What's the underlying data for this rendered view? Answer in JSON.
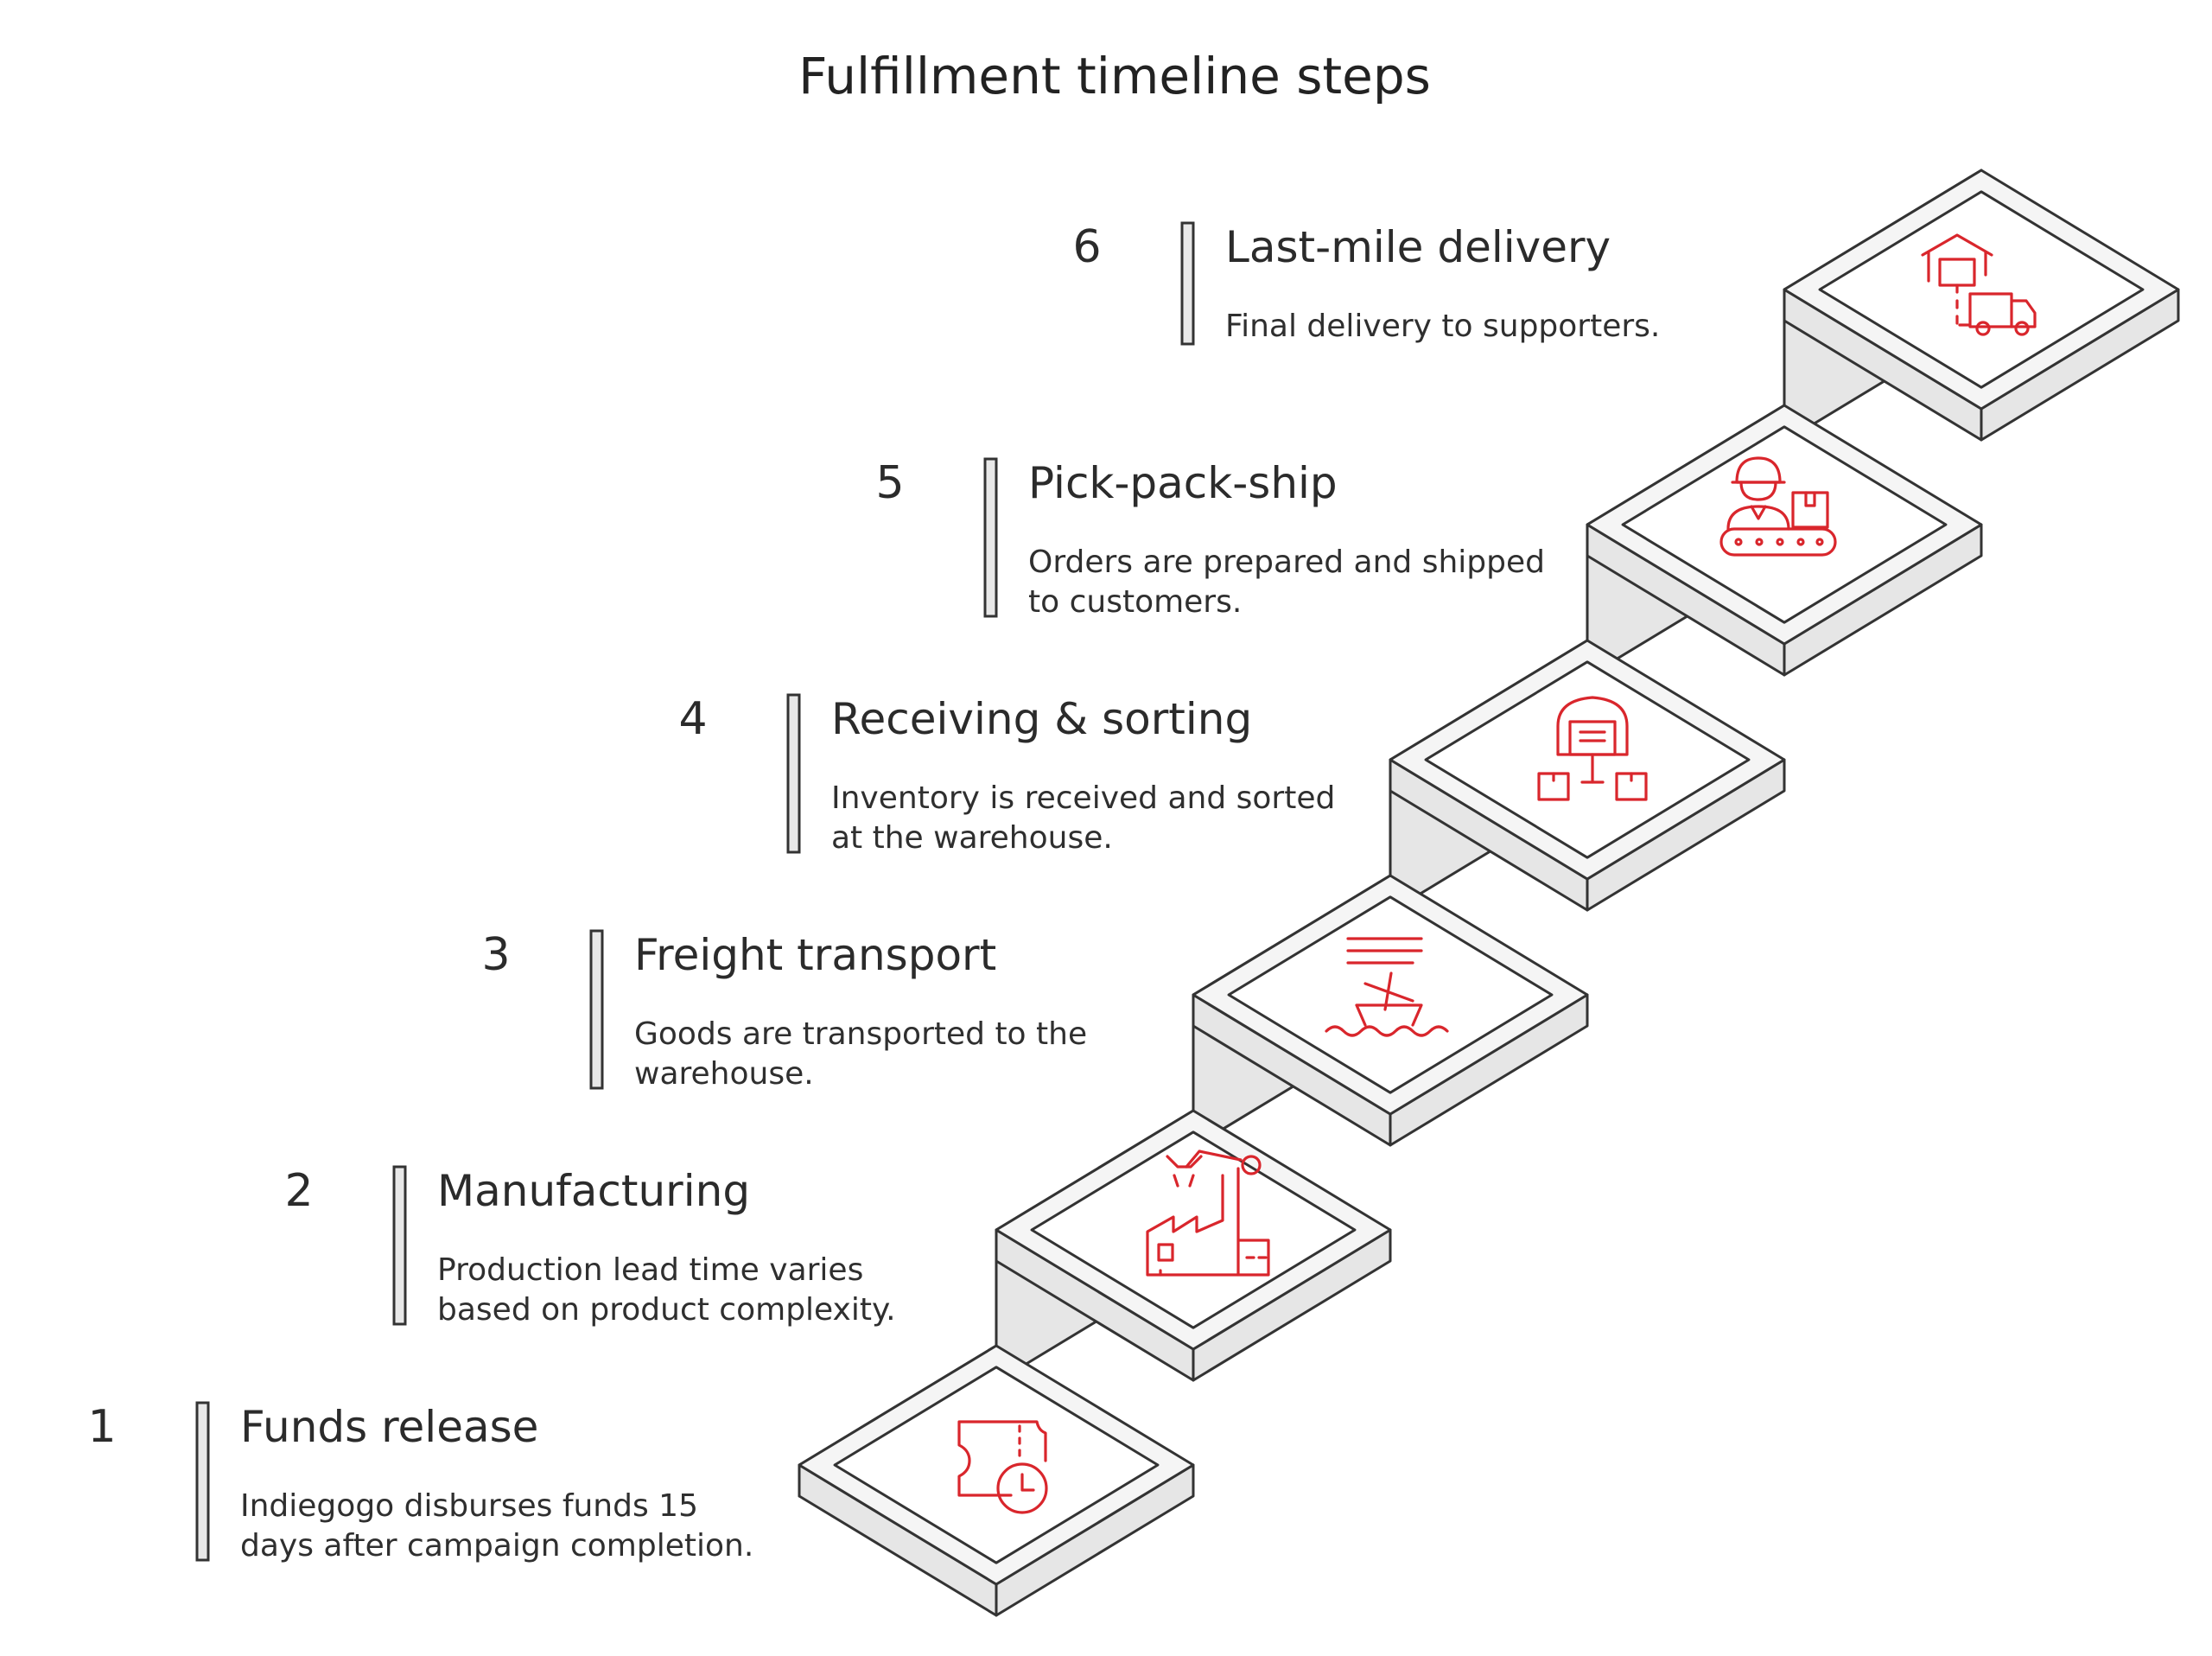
{
  "title": "Fulfillment timeline steps",
  "colors": {
    "icon": "#d9262c",
    "outline": "#333333",
    "face": "#e6e6e6",
    "text": "#2b2b2b"
  },
  "steps": [
    {
      "number": "1",
      "title": "Funds release",
      "desc_lines": [
        "Indiegogo disburses funds 15",
        "days after campaign completion."
      ],
      "icon": "ticket-clock-icon"
    },
    {
      "number": "2",
      "title": "Manufacturing",
      "desc_lines": [
        "Production lead time varies",
        "based on product complexity."
      ],
      "icon": "factory-robot-arm-icon"
    },
    {
      "number": "3",
      "title": "Freight transport",
      "desc_lines": [
        "Goods are transported to the",
        "warehouse."
      ],
      "icon": "cargo-ship-icon"
    },
    {
      "number": "4",
      "title": "Receiving & sorting",
      "desc_lines": [
        "Inventory is received and sorted",
        "at the warehouse."
      ],
      "icon": "warehouse-sorting-icon"
    },
    {
      "number": "5",
      "title": "Pick-pack-ship",
      "desc_lines": [
        "Orders are prepared and shipped",
        "to customers."
      ],
      "icon": "worker-conveyor-icon"
    },
    {
      "number": "6",
      "title": "Last-mile delivery",
      "desc_lines": [
        "Final delivery to supporters."
      ],
      "icon": "warehouse-truck-icon"
    }
  ]
}
